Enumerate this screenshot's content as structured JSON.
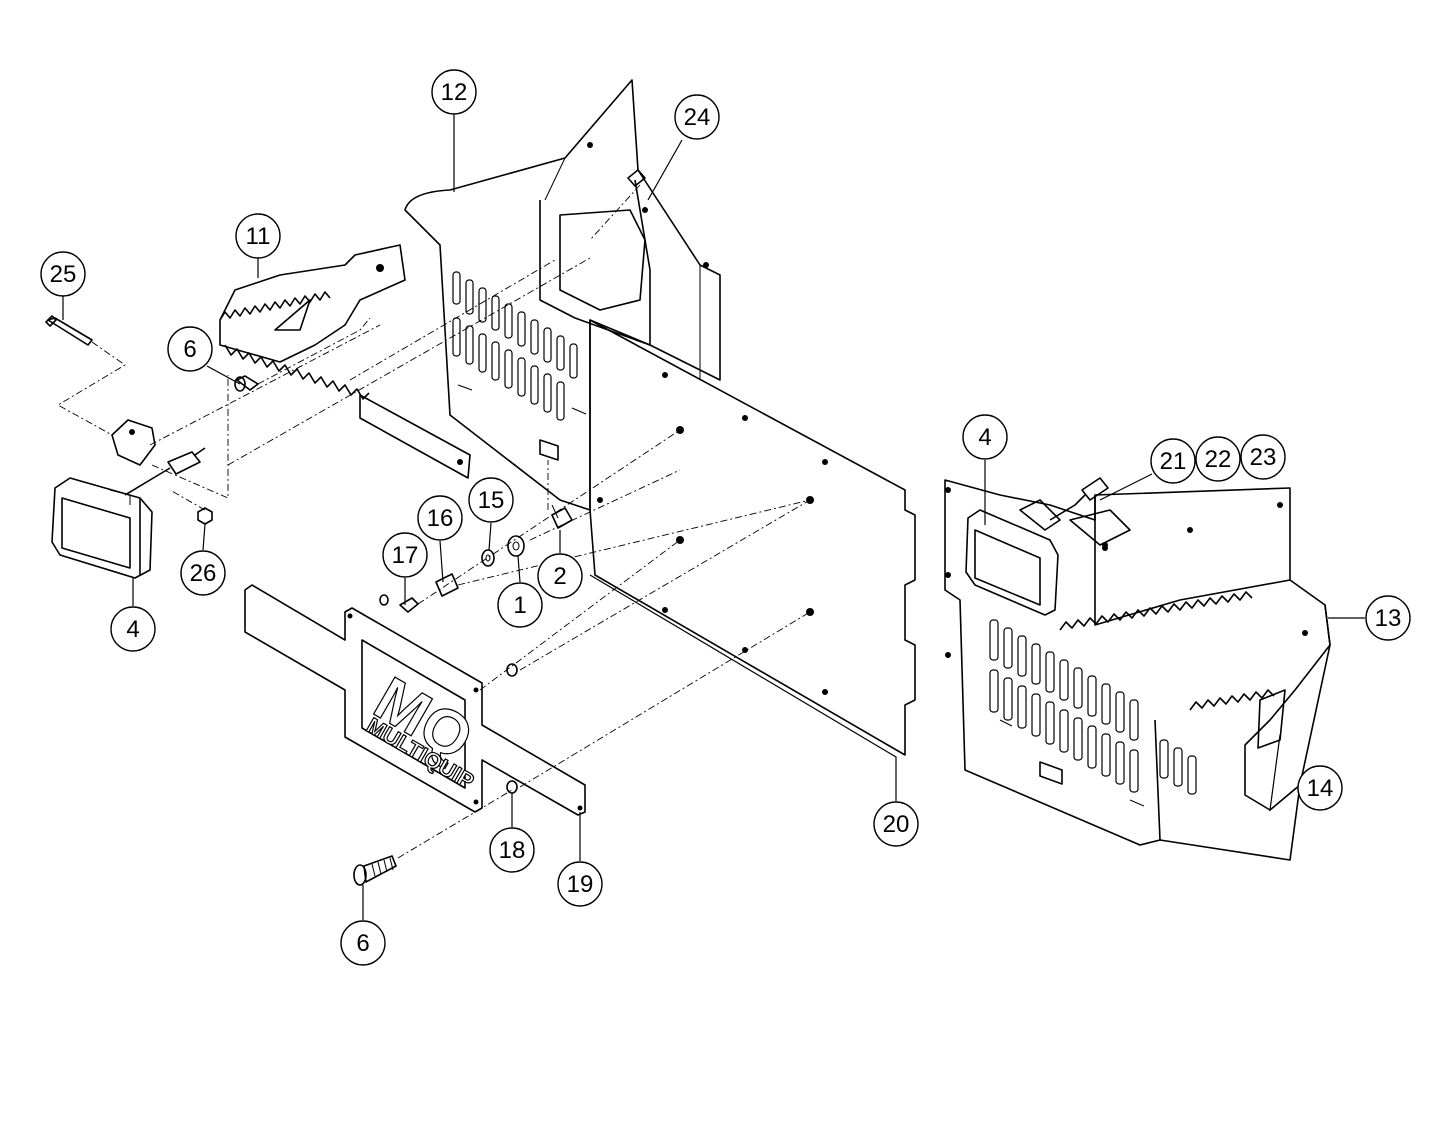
{
  "callouts": [
    {
      "id": "c12",
      "label": "12"
    },
    {
      "id": "c24",
      "label": "24"
    },
    {
      "id": "c11",
      "label": "11"
    },
    {
      "id": "c25",
      "label": "25"
    },
    {
      "id": "c6a",
      "label": "6"
    },
    {
      "id": "c4a",
      "label": "4"
    },
    {
      "id": "c26",
      "label": "26"
    },
    {
      "id": "c17",
      "label": "17"
    },
    {
      "id": "c16",
      "label": "16"
    },
    {
      "id": "c15",
      "label": "15"
    },
    {
      "id": "c1",
      "label": "1"
    },
    {
      "id": "c2",
      "label": "2"
    },
    {
      "id": "c18",
      "label": "18"
    },
    {
      "id": "c19",
      "label": "19"
    },
    {
      "id": "c6b",
      "label": "6"
    },
    {
      "id": "c20",
      "label": "20"
    },
    {
      "id": "c4b",
      "label": "4"
    },
    {
      "id": "c21",
      "label": "21"
    },
    {
      "id": "c22",
      "label": "22"
    },
    {
      "id": "c23",
      "label": "23"
    },
    {
      "id": "c13",
      "label": "13"
    },
    {
      "id": "c14",
      "label": "14"
    }
  ],
  "logo": {
    "mark": "MQ",
    "name": "MULTIQUIP"
  }
}
